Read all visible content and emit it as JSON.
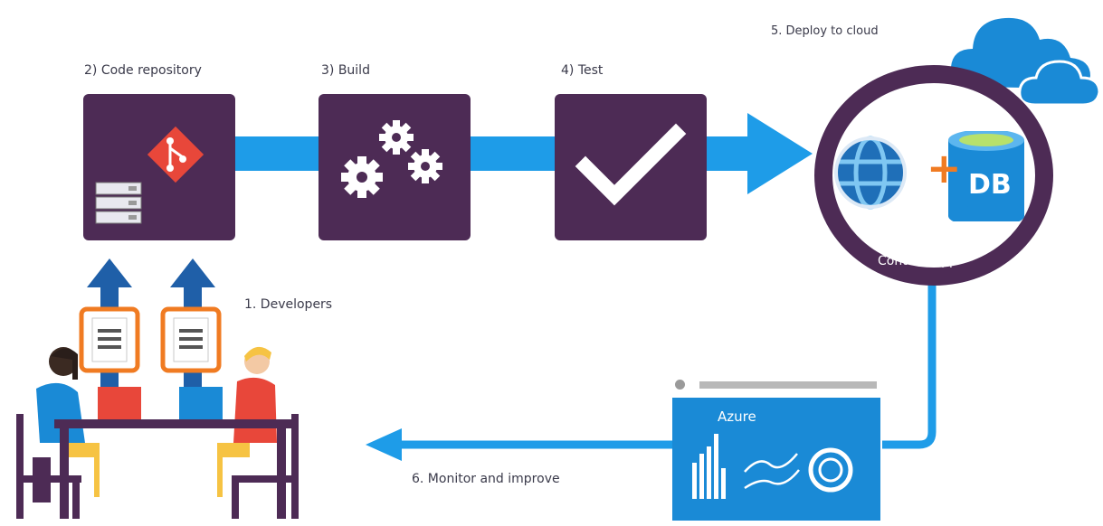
{
  "steps": {
    "developers": "1. Developers",
    "code_repository": "2) Code repository",
    "build": "3) Build",
    "test": "4) Test",
    "deploy": "5. Deploy to cloud",
    "monitor": "6. Monitor and improve"
  },
  "app": {
    "db_text": "DB",
    "plus": "+",
    "name": "Contoso app"
  },
  "dashboard": {
    "title": "Azure"
  },
  "colors": {
    "purple": "#4d2b55",
    "pipe": "#1e9ce8",
    "azure_blue": "#1a8ad6",
    "dark_blue": "#1f5fa8",
    "orange": "#f07b22",
    "git_red": "#e8473a"
  }
}
